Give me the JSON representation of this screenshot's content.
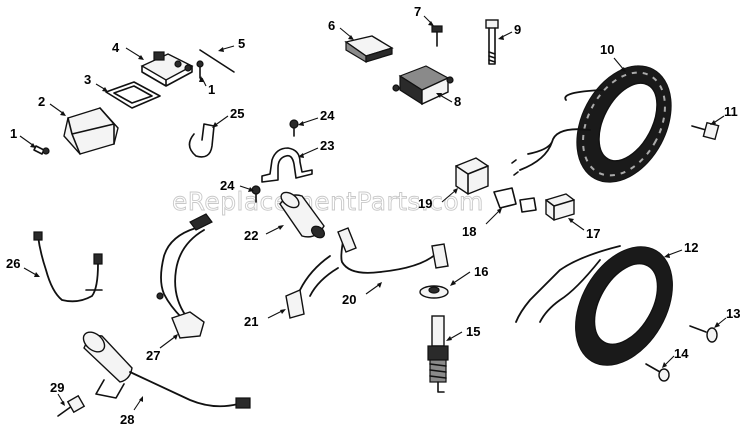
{
  "watermark": "eReplacementParts.com",
  "callouts": {
    "c1a": "1",
    "c1b": "1",
    "c2": "2",
    "c3": "3",
    "c4": "4",
    "c5": "5",
    "c6": "6",
    "c7": "7",
    "c8": "8",
    "c9": "9",
    "c10": "10",
    "c11": "11",
    "c12": "12",
    "c13": "13",
    "c14": "14",
    "c15": "15",
    "c16": "16",
    "c17": "17",
    "c18": "18",
    "c19": "19",
    "c20": "20",
    "c21": "21",
    "c22": "22",
    "c23": "23",
    "c24a": "24",
    "c24b": "24",
    "c25": "25",
    "c26": "26",
    "c27": "27",
    "c28": "28",
    "c29": "29"
  }
}
